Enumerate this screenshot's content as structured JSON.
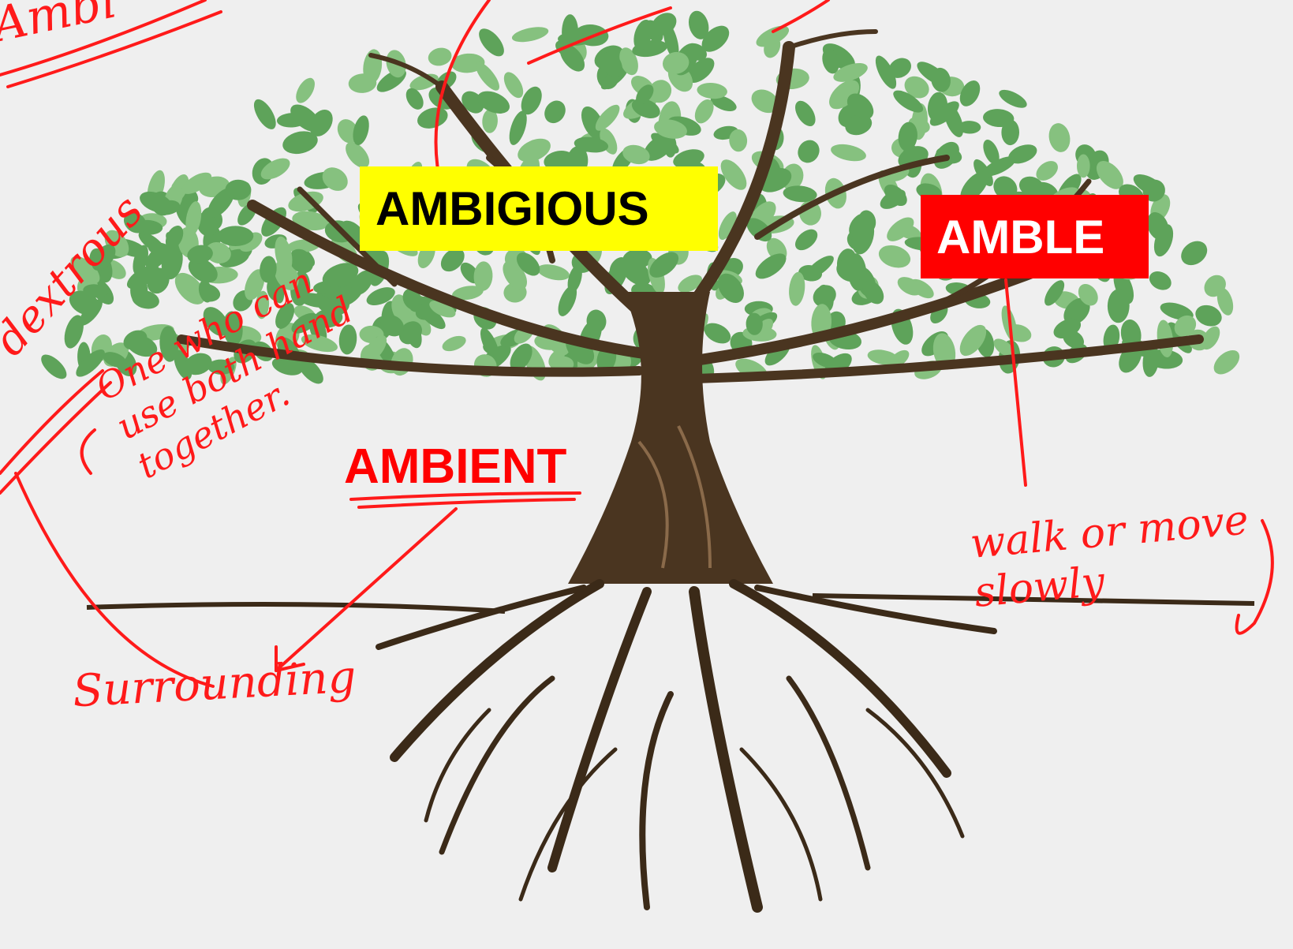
{
  "labels": {
    "ambigious": "AMBIGIOUS",
    "amble": "AMBLE",
    "ambient": "AMBIENT"
  },
  "handwriting": {
    "one_who": "One who can use both hand together.",
    "surrounding": "Surrounding",
    "walk_slowly": "walk or move slowly",
    "ambidextrous_fragment": "dextrous",
    "top_left_fragment": "Ambi"
  },
  "colors": {
    "background": "#efefef",
    "leaf": "#5ea35a",
    "leaf_light": "#86c17f",
    "trunk": "#4a3520",
    "ink": "#ff1a1a",
    "ambigious_bg": "#ffff00",
    "amble_bg": "#ff0000"
  },
  "icons": {
    "tree": "tree-illustration"
  }
}
